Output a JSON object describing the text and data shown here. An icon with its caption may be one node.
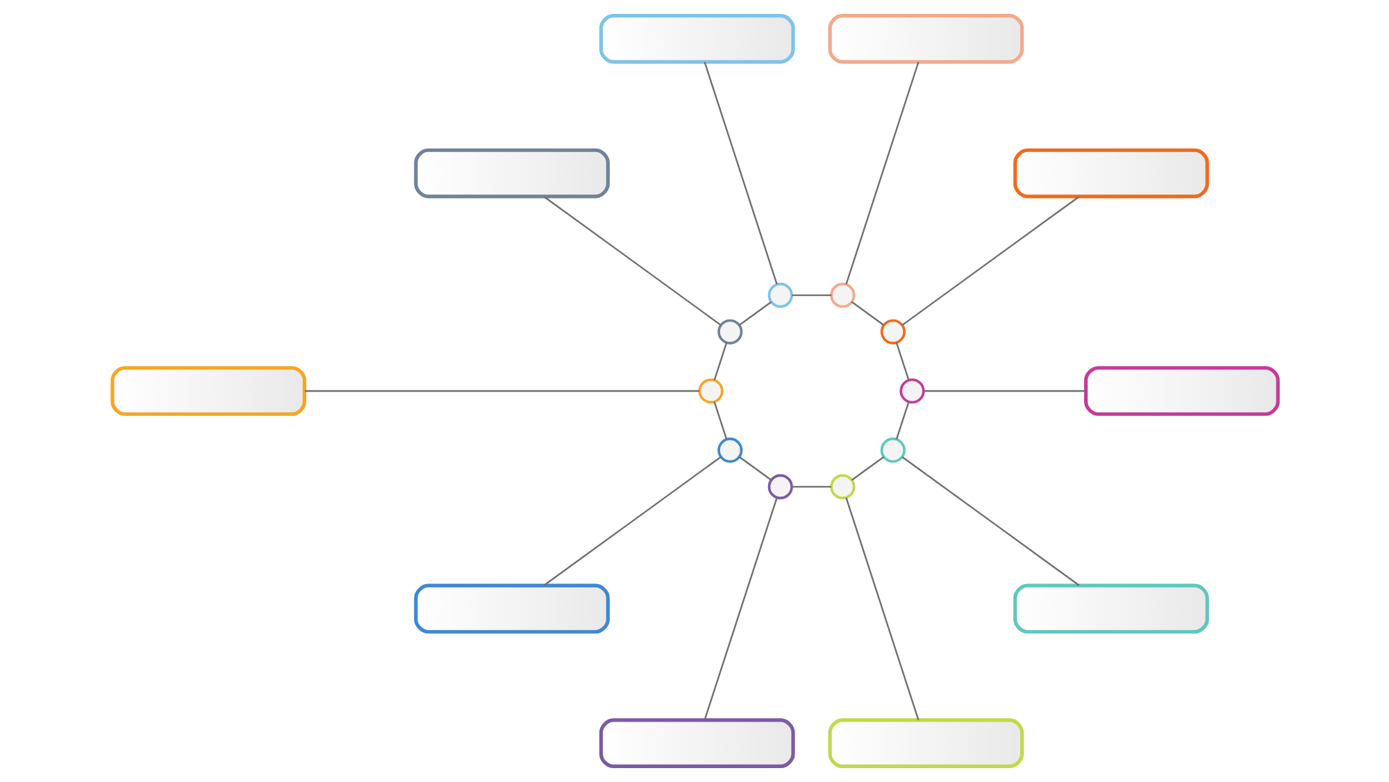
{
  "diagram": {
    "nodes": [
      {
        "text": [],
        "shape": "box"
      },
      {
        "text": [],
        "shape": "box"
      },
      {
        "text": [],
        "shape": "box"
      },
      {
        "text": [],
        "shape": "box"
      },
      {
        "text": [],
        "shape": "box"
      },
      {
        "text": [],
        "shape": "box"
      },
      {
        "text": [],
        "shape": "box"
      },
      {
        "text": [],
        "shape": "box"
      },
      {
        "text": [],
        "shape": "box"
      },
      {
        "text": [],
        "shape": "box"
      },
      {
        "text": [],
        "shape": "circle"
      },
      {
        "text": [],
        "shape": "circle"
      },
      {
        "text": [],
        "shape": "circle"
      },
      {
        "text": [],
        "shape": "circle"
      },
      {
        "text": [],
        "shape": "circle"
      },
      {
        "text": [],
        "shape": "circle"
      },
      {
        "text": [],
        "shape": "circle"
      },
      {
        "text": [],
        "shape": "circle"
      },
      {
        "text": [],
        "shape": "circle"
      },
      {
        "text": [],
        "shape": "circle"
      }
    ],
    "edges": [
      {
        "from": 0,
        "to": 10,
        "arrow": "none"
      },
      {
        "from": 1,
        "to": 11,
        "arrow": "none"
      },
      {
        "from": 2,
        "to": 12,
        "arrow": "none"
      },
      {
        "from": 3,
        "to": 13,
        "arrow": "none"
      },
      {
        "from": 4,
        "to": 14,
        "arrow": "none"
      },
      {
        "from": 5,
        "to": 15,
        "arrow": "none"
      },
      {
        "from": 6,
        "to": 16,
        "arrow": "none"
      },
      {
        "from": 7,
        "to": 17,
        "arrow": "none"
      },
      {
        "from": 8,
        "to": 18,
        "arrow": "none"
      },
      {
        "from": 9,
        "to": 19,
        "arrow": "none"
      },
      {
        "from": 10,
        "to": 11,
        "arrow": "none"
      },
      {
        "from": 11,
        "to": 13,
        "arrow": "none"
      },
      {
        "from": 13,
        "to": 15,
        "arrow": "none"
      },
      {
        "from": 15,
        "to": 17,
        "arrow": "none"
      },
      {
        "from": 17,
        "to": 19,
        "arrow": "none"
      },
      {
        "from": 19,
        "to": 18,
        "arrow": "none"
      },
      {
        "from": 18,
        "to": 16,
        "arrow": "none"
      },
      {
        "from": 16,
        "to": 14,
        "arrow": "none"
      },
      {
        "from": 14,
        "to": 12,
        "arrow": "none"
      },
      {
        "from": 12,
        "to": 10,
        "arrow": "none"
      }
    ]
  }
}
